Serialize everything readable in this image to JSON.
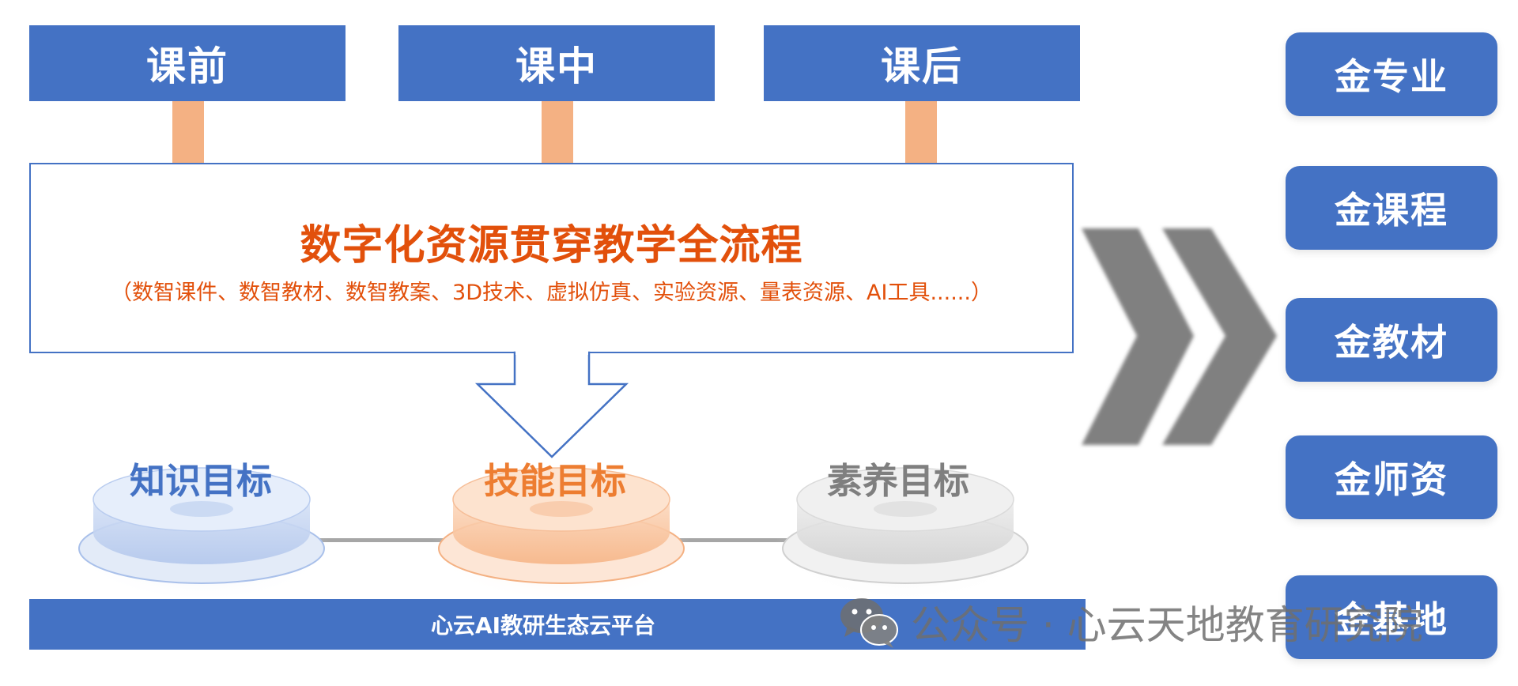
{
  "phases": [
    "课前",
    "课中",
    "课后"
  ],
  "main": {
    "title": "数字化资源贯穿教学全流程",
    "subtitle": "（数智课件、数智教材、数智教案、3D技术、虚拟仿真、实验资源、量表资源、AI工具......）"
  },
  "goals": [
    {
      "label": "知识目标",
      "color": "#4472c4"
    },
    {
      "label": "技能目标",
      "color": "#ed7d31"
    },
    {
      "label": "素养目标",
      "color": "#7f7f7f"
    }
  ],
  "platform": "心云AI教研生态云平台",
  "gold_items": [
    "金专业",
    "金课程",
    "金教材",
    "金师资",
    "金基地"
  ],
  "watermark": "公众号 · 心云天地教育研究院",
  "colors": {
    "accent": "#4472c4",
    "orange_text": "#e2500b",
    "connector": "#f4b183",
    "chevron": "#808080"
  }
}
